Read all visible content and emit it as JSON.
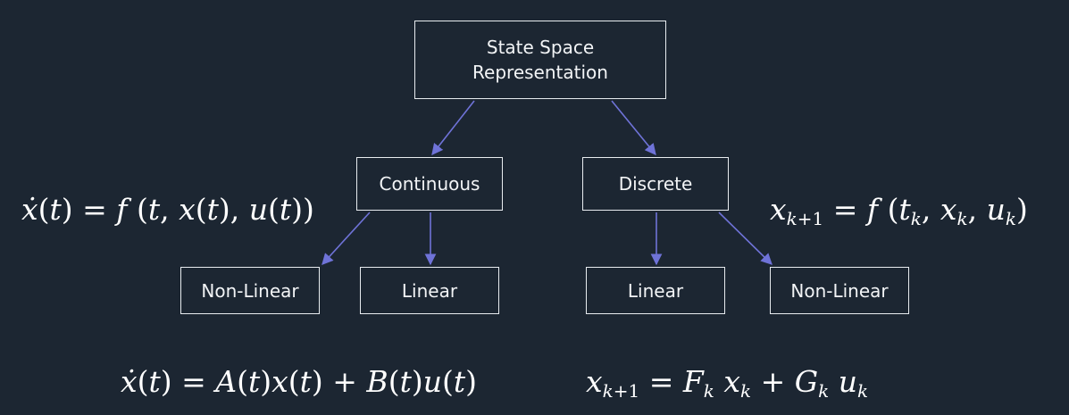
{
  "diagram": {
    "root": {
      "line1": "State Space",
      "line2": "Representation"
    },
    "continuous": {
      "label": "Continuous"
    },
    "discrete": {
      "label": "Discrete"
    },
    "continuous_nonlinear": {
      "label": "Non-Linear"
    },
    "continuous_linear": {
      "label": "Linear"
    },
    "discrete_linear": {
      "label": "Linear"
    },
    "discrete_nonlinear": {
      "label": "Non-Linear"
    },
    "colors": {
      "background": "#1c2632",
      "box_border": "#e8ecf0",
      "text": "#f2f4f6",
      "arrow": "#6f73d8"
    }
  },
  "equations": {
    "continuous_nonlinear": "ẋ(t) = f (t, x(t), u(t))",
    "discrete_nonlinear": "x_{k+1} = f (t_k, x_k, u_k)",
    "continuous_linear": "ẋ(t) = A(t)x(t) + B(t)u(t)",
    "discrete_linear": "x_{k+1} = F_k x_k + G_k u_k"
  }
}
